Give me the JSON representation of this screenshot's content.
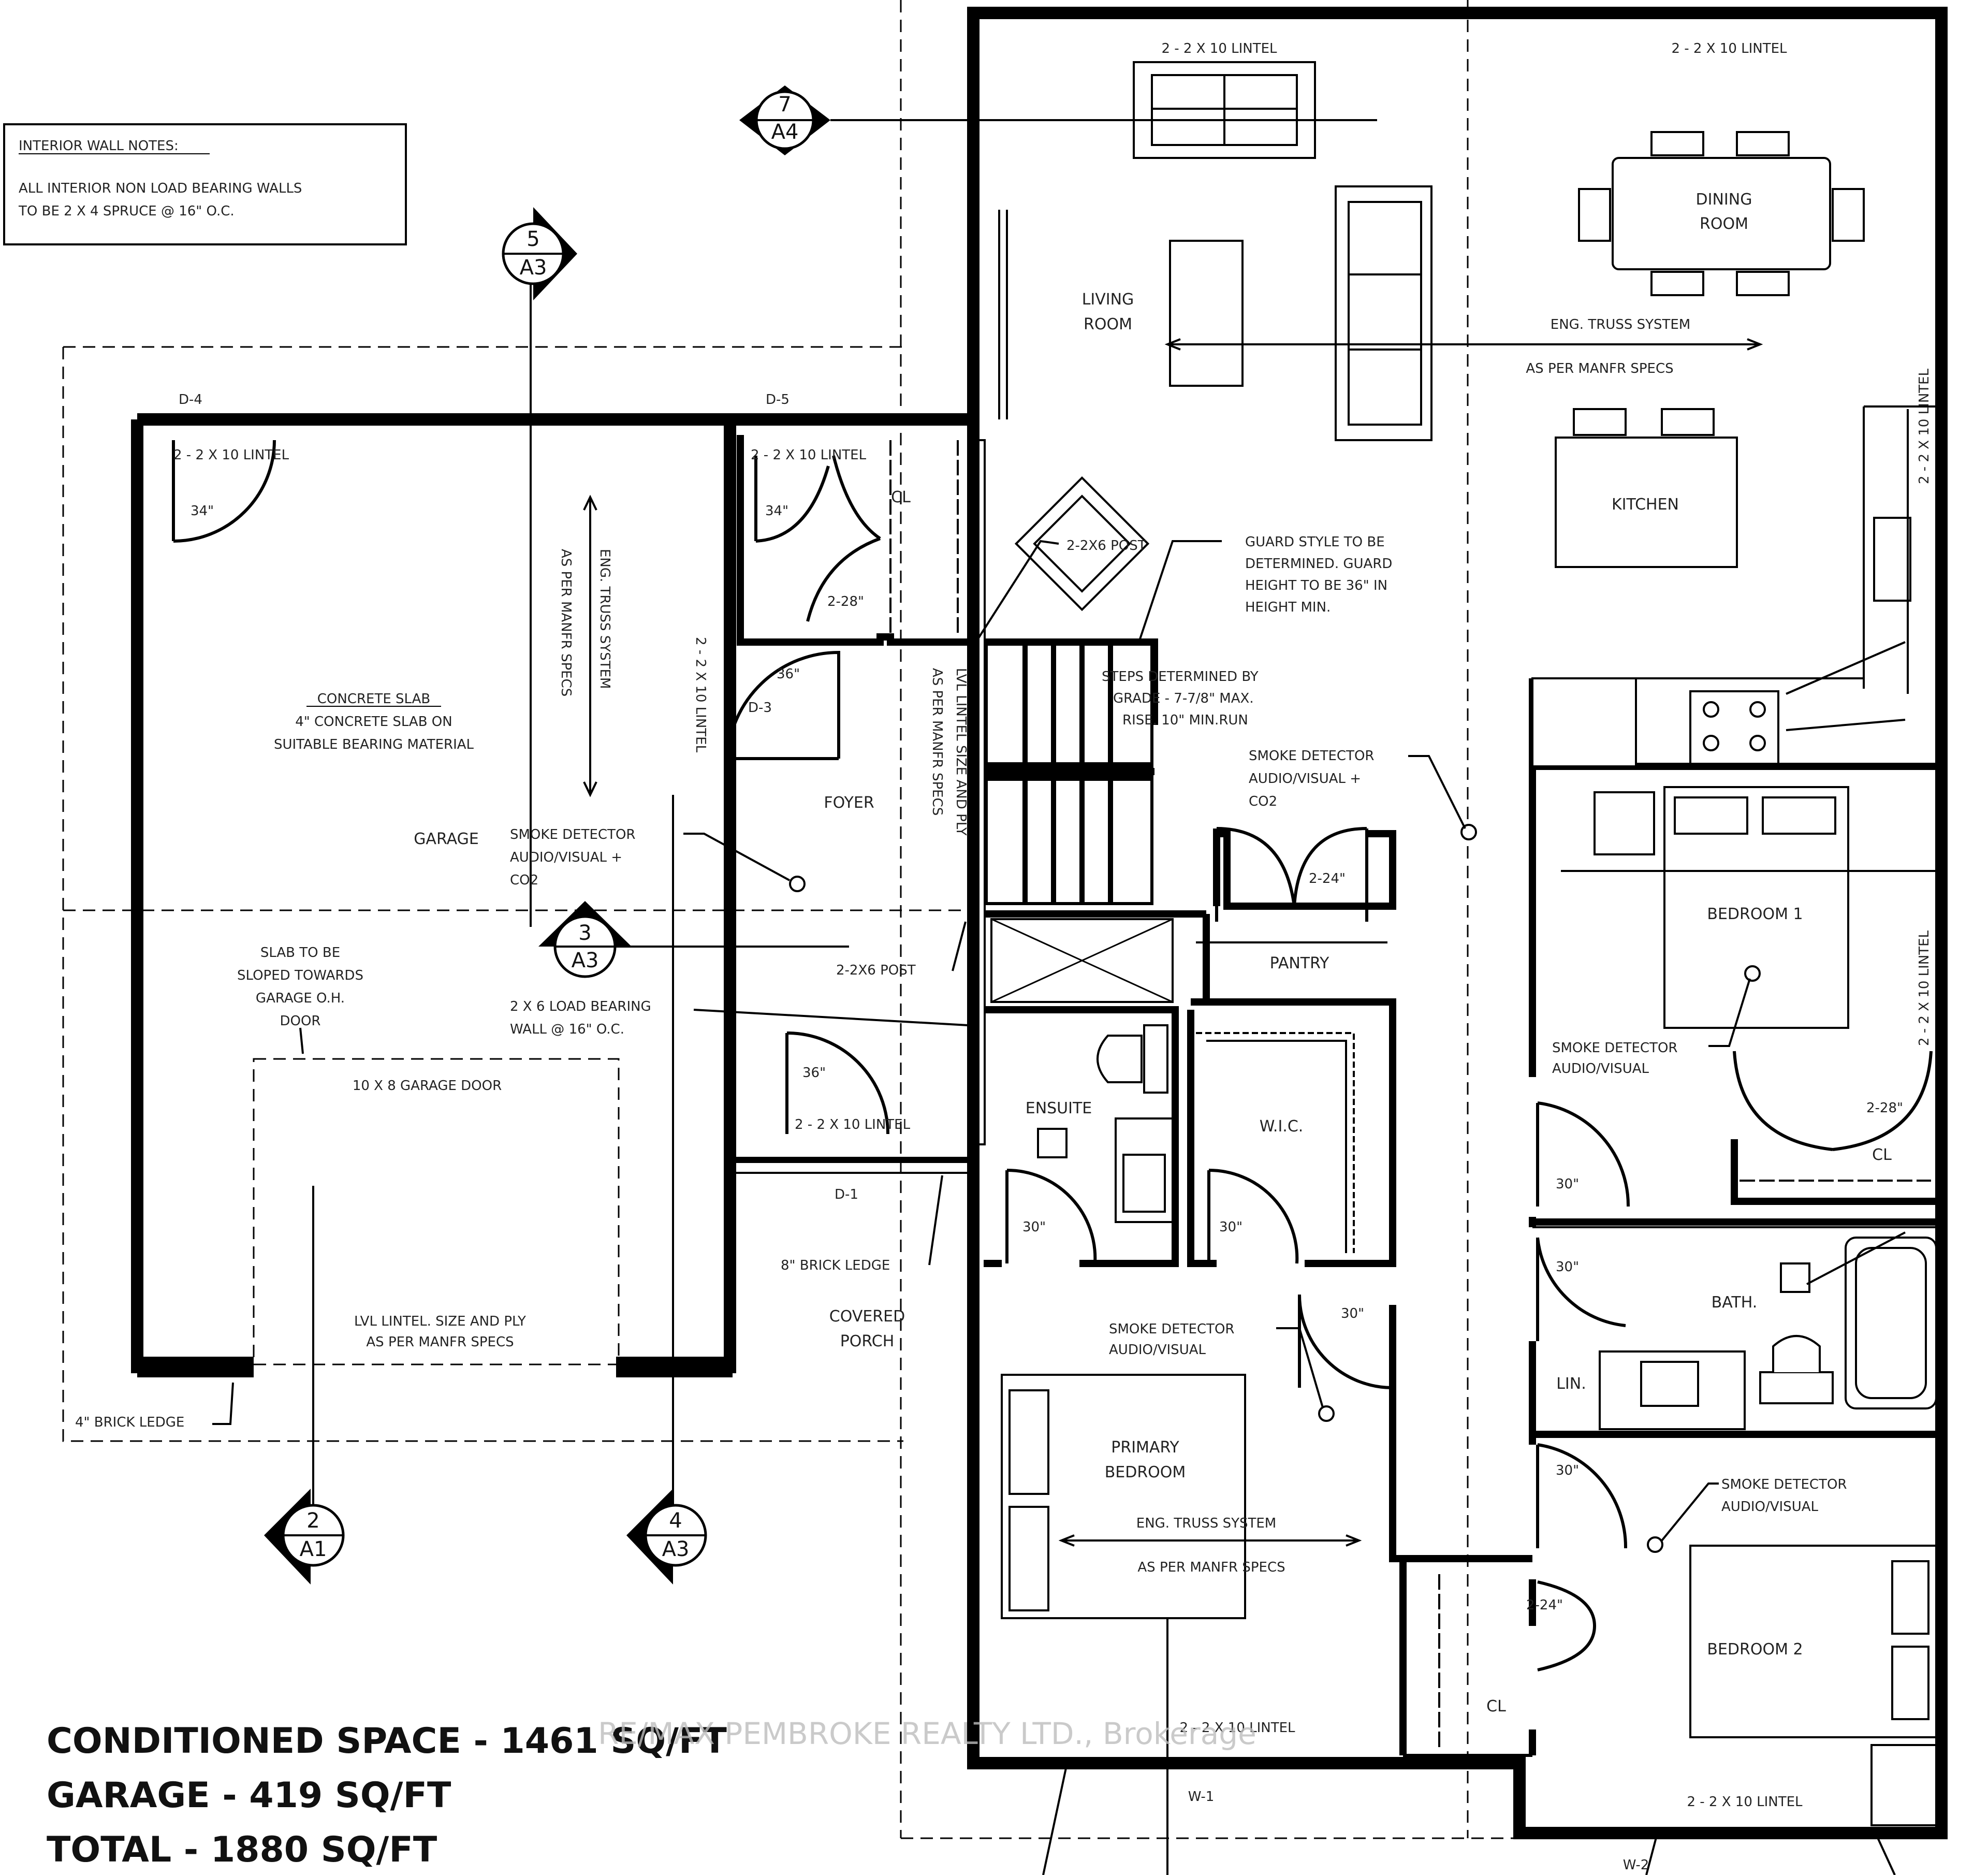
{
  "notes": {
    "heading": "INTERIOR WALL NOTES:",
    "line1": "ALL INTERIOR NON LOAD BEARING WALLS",
    "line2": "TO BE 2 X 4 SPRUCE @ 16\" O.C."
  },
  "markers": {
    "m7": {
      "num": "7",
      "sheet": "A4"
    },
    "m5": {
      "num": "5",
      "sheet": "A3"
    },
    "m3": {
      "num": "3",
      "sheet": "A3"
    },
    "m2": {
      "num": "2",
      "sheet": "A1"
    },
    "m4": {
      "num": "4",
      "sheet": "A3"
    }
  },
  "rooms": {
    "living": [
      "LIVING",
      "ROOM"
    ],
    "dining": [
      "DINING",
      "ROOM"
    ],
    "kitchen": "KITCHEN",
    "garage": "GARAGE",
    "foyer": "FOYER",
    "pantry": "PANTRY",
    "ensuite": "ENSUITE",
    "wic": "W.I.C.",
    "bedroom1": "BEDROOM 1",
    "bedroom2": "BEDROOM 2",
    "primary": [
      "PRIMARY",
      "BEDROOM"
    ],
    "bath": "BATH.",
    "lin": "LIN.",
    "porch": [
      "COVERED",
      "PORCH"
    ],
    "cl": "CL"
  },
  "labels": {
    "lintel_2x10": "2 - 2 X 10 LINTEL",
    "d4": "D-4",
    "d5": "D-5",
    "d3": "D-3",
    "d1": "D-1",
    "w1": "W-1",
    "w2": "W-2",
    "d34": "34\"",
    "d36": "36\"",
    "d30": "30\"",
    "d228": "2-28\"",
    "d224": "2-24\"",
    "post_2x6": "2-2X6 POST",
    "truss1": "ENG. TRUSS SYSTEM",
    "truss2": "AS PER MANFR SPECS",
    "slab": [
      "CONCRETE SLAB",
      "4\" CONCRETE SLAB ON",
      "SUITABLE BEARING MATERIAL"
    ],
    "smoke_co": [
      "SMOKE DETECTOR",
      "AUDIO/VISUAL +",
      "CO2"
    ],
    "smoke_av": [
      "SMOKE DETECTOR",
      "AUDIO/VISUAL"
    ],
    "guard": [
      "GUARD STYLE TO BE",
      "DETERMINED.  GUARD",
      "HEIGHT TO BE 36\" IN",
      "HEIGHT MIN."
    ],
    "steps": [
      "STEPS DETERMINED BY",
      "GRADE - 7-7/8\" MAX.",
      "RISE. 10\" MIN.RUN"
    ],
    "lvl_lintel_v": "LVL LINTEL SIZE AND PLY",
    "lvl_lintel_v2": "AS PER MANFR SPECS",
    "slope": [
      "SLAB TO BE",
      "SLOPED TOWARDS",
      "GARAGE O.H.",
      "DOOR"
    ],
    "load_wall": [
      "2 X 6 LOAD BEARING",
      "WALL @ 16\" O.C."
    ],
    "garage_door": "10 X 8 GARAGE DOOR",
    "lvl_lintel": [
      "LVL LINTEL. SIZE AND PLY",
      "AS PER MANFR SPECS"
    ],
    "brick8": "8\" BRICK LEDGE",
    "brick4": "4\" BRICK LEDGE"
  },
  "summary": {
    "line1": "CONDITIONED SPACE - 1461 SQ/FT",
    "line2": "GARAGE - 419 SQ/FT",
    "line3": "TOTAL - 1880 SQ/FT"
  },
  "watermark": "RE/MAX PEMBROKE REALTY LTD., Brokerage"
}
